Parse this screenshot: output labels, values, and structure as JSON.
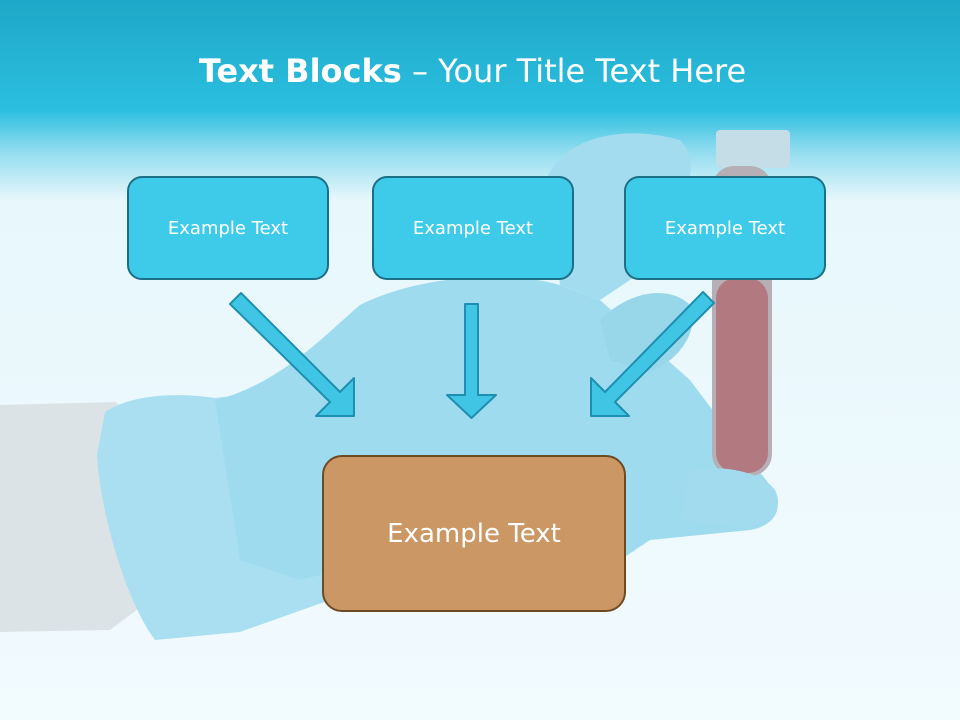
{
  "title": {
    "bold": "Text Blocks",
    "dash": " – ",
    "rest": "Your Title Text Here"
  },
  "boxes": {
    "top": [
      "Example Text",
      "Example Text",
      "Example Text"
    ],
    "main": "Example Text"
  },
  "colors": {
    "header": "#2bbfdf",
    "small_box_fill": "#3ecbea",
    "small_box_border": "#1b6f86",
    "main_box_fill": "#cb9765",
    "main_box_border": "#6e4a22",
    "arrow_fill": "#41c5e5",
    "arrow_stroke": "#1d8fb0"
  }
}
